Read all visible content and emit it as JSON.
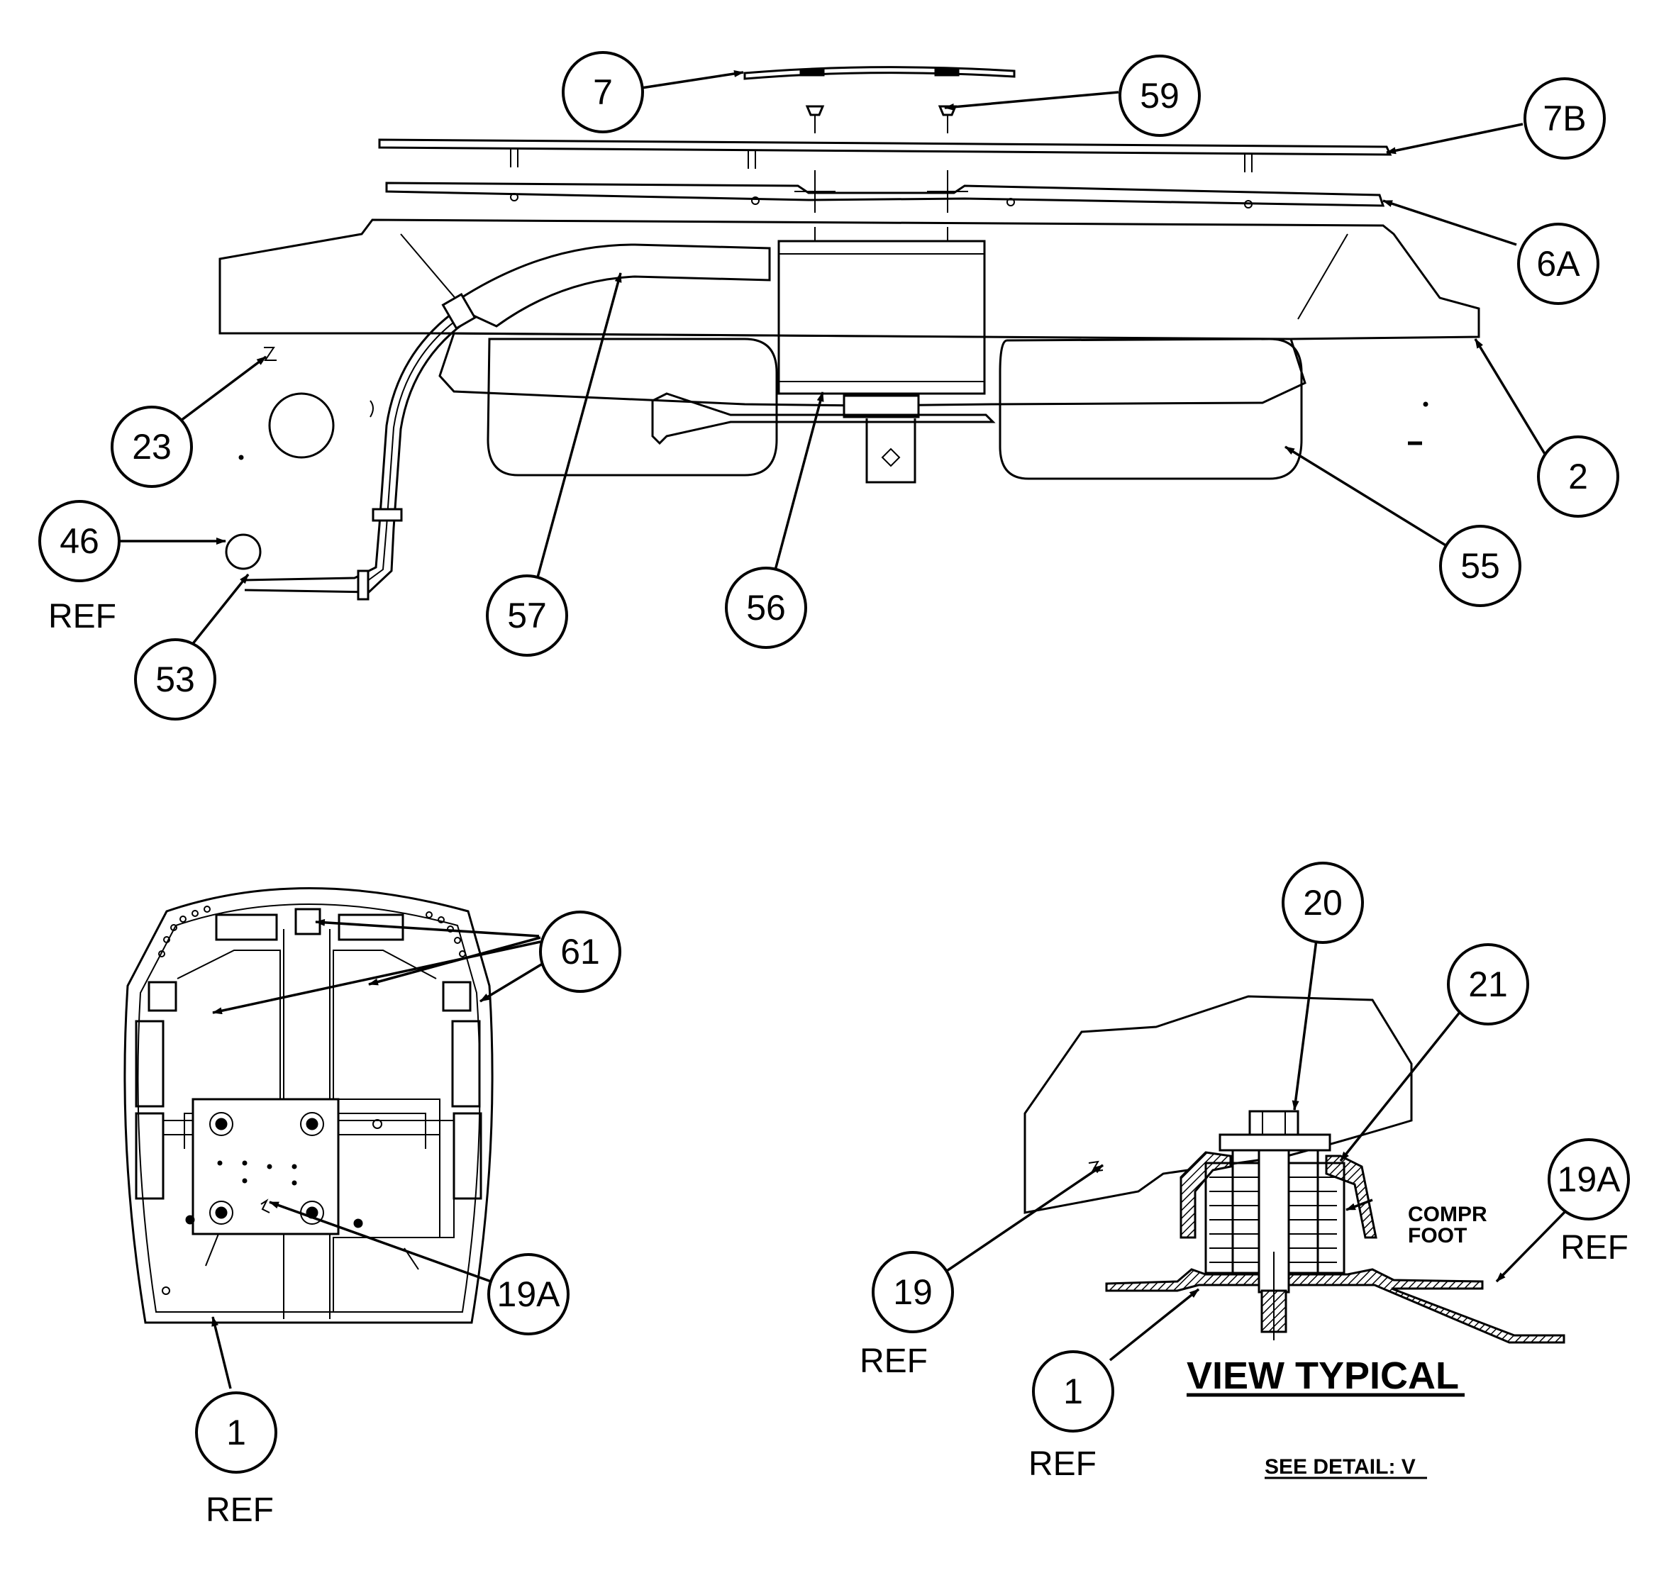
{
  "balloons": {
    "b7": "7",
    "b59": "59",
    "b7b": "7B",
    "b6a": "6A",
    "b2": "2",
    "b23": "23",
    "b46": "46",
    "b53": "53",
    "b57": "57",
    "b56": "56",
    "b55": "55",
    "b61": "61",
    "b19a_left": "19A",
    "b1_left": "1",
    "b20": "20",
    "b21": "21",
    "b19a_right": "19A",
    "b19": "19",
    "b1_right": "1"
  },
  "labels": {
    "ref_46": "REF",
    "ref_1_left": "REF",
    "ref_19": "REF",
    "ref_1_right": "REF",
    "ref_19a": "REF",
    "compr_line1": "COMPR",
    "compr_line2": "FOOT",
    "view_typical": "VIEW TYPICAL",
    "see_detail": "SEE DETAIL: V"
  }
}
